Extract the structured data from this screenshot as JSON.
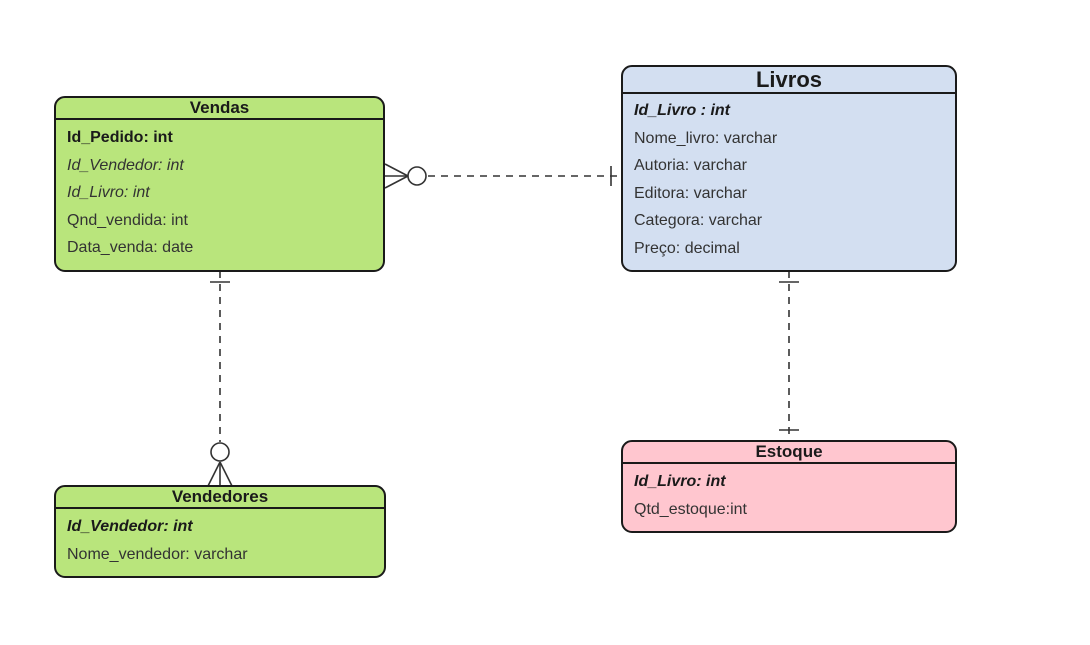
{
  "entities": {
    "vendas": {
      "title": "Vendas",
      "color": "#b9e57c",
      "fields": [
        {
          "text": "Id_Pedido: int",
          "key": "pk"
        },
        {
          "text": "Id_Vendedor: int",
          "key": "fk"
        },
        {
          "text": "Id_Livro: int",
          "key": "fk"
        },
        {
          "text": "Qnd_vendida: int",
          "key": "none"
        },
        {
          "text": "Data_venda: date",
          "key": "none"
        }
      ]
    },
    "livros": {
      "title": "Livros",
      "color": "#d3dff1",
      "fields": [
        {
          "text": "Id_Livro : int",
          "key": "pk"
        },
        {
          "text": "Nome_livro: varchar",
          "key": "none"
        },
        {
          "text": "Autoria: varchar",
          "key": "none"
        },
        {
          "text": "Editora: varchar",
          "key": "none"
        },
        {
          "text": "Categora: varchar",
          "key": "none"
        },
        {
          "text": "Preço: decimal",
          "key": "none"
        }
      ]
    },
    "vendedores": {
      "title": "Vendedores",
      "color": "#b9e57c",
      "fields": [
        {
          "text": "Id_Vendedor: int",
          "key": "pk"
        },
        {
          "text": "Nome_vendedor: varchar",
          "key": "none"
        }
      ]
    },
    "estoque": {
      "title": "Estoque",
      "color": "#ffc6cf",
      "fields": [
        {
          "text": "Id_Livro: int",
          "key": "pk"
        },
        {
          "text": "Qtd_estoque:int",
          "key": "none"
        }
      ]
    }
  },
  "relationships": [
    {
      "from": "vendas",
      "from_end": "zero-or-many",
      "to": "livros",
      "to_end": "one",
      "style": "dashed"
    },
    {
      "from": "vendas",
      "from_end": "one",
      "to": "vendedores",
      "to_end": "zero-or-many",
      "style": "dashed"
    },
    {
      "from": "livros",
      "from_end": "one",
      "to": "estoque",
      "to_end": "one",
      "style": "dashed"
    }
  ]
}
